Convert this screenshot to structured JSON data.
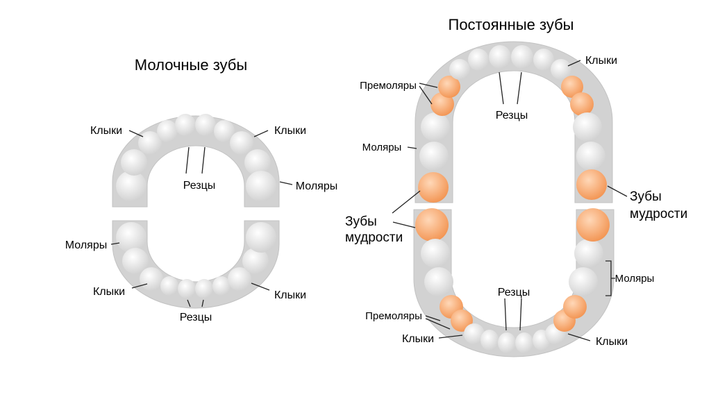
{
  "primary": {
    "title": "Молочные зубы",
    "upper": {
      "canine_left": "Клыки",
      "canine_right": "Клыки",
      "incisors": "Резцы",
      "molars_right": "Моляры"
    },
    "lower": {
      "molars_left": "Моляры",
      "canine_left": "Клыки",
      "canine_right": "Клыки",
      "incisors": "Резцы"
    }
  },
  "permanent": {
    "title": "Постоянные зубы",
    "upper": {
      "canine_right": "Клыки",
      "premolars_left": "Премоляры",
      "incisors": "Резцы",
      "molars_left": "Моляры",
      "wisdom_right_line1": "Зубы",
      "wisdom_right_line2": "мудрости"
    },
    "lower": {
      "wisdom_left_line1": "Зубы",
      "wisdom_left_line2": "мудрости",
      "incisors": "Резцы",
      "molars_right": "Моляры",
      "premolars_left": "Премоляры",
      "canine_left": "Клыки",
      "canine_right": "Клыки"
    }
  },
  "colors": {
    "gum": "#d2d2d2",
    "tooth": "#f1f1f1",
    "highlight": "#f6a56a"
  }
}
